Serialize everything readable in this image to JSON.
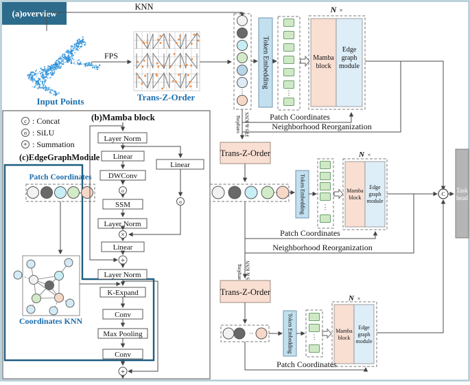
{
  "figure": {
    "overview_tag": "(a)overview"
  },
  "overview": {
    "knn": "KNN",
    "fps": "FPS",
    "input_points": "Input Points",
    "trans_z_order": "Trans-Z-Order",
    "token_embedding": "Token Embedding",
    "n": "N",
    "times": "×",
    "mamba_lines": [
      "Mamba",
      "block"
    ],
    "edge_lines": [
      "Edge",
      "graph",
      "module"
    ],
    "patch_coordinates": "Patch Coordinates",
    "neighborhood_reorganization": "Neighborhood Reorganization",
    "sampling_rot": [
      "FPS & KNN",
      "sampling"
    ],
    "task_head_lines": [
      "Task",
      "head"
    ]
  },
  "legend": {
    "items": [
      {
        "glyph": "c",
        "text": ": Concat"
      },
      {
        "glyph": "σ",
        "text": ": SiLU"
      },
      {
        "glyph": "+",
        "text": ": Summation"
      }
    ]
  },
  "mamba_block_panel": {
    "title": "(b)Mamba block",
    "flow": [
      "Layer Norm",
      "Linear",
      "DWConv",
      "SSM",
      "Layer Norm",
      "Linear",
      "Layer Norm",
      "K-Expand",
      "Conv",
      "Max Pooling",
      "Conv"
    ],
    "branch": "Linear",
    "ops": {
      "silu": "σ",
      "multiply": "×",
      "sum": "+",
      "concat": "C"
    }
  },
  "edge_graph_panel": {
    "title": "(c)EdgeGraphModule",
    "patch_coordinates": "Patch Coordinates",
    "coordinates_knn": "Coordinates KNN",
    "dash": "-"
  },
  "colors": {
    "figure_border": "#b0cbd5",
    "tag_bg": "#2d6b8c",
    "teal": "#1d5d80",
    "label_blue": "#1a6dad",
    "line": "#4a4a4a",
    "pink_fill": "#f9ded2",
    "pink_border": "#9c8a80",
    "blue_fill": "#c2e0ef",
    "blue_border": "#6f95ac",
    "edge_fill": "#ddeef8",
    "token_fill": "#cfe9c6",
    "token_border": "#6f9e6f",
    "task_gray": "#b5b5b5",
    "grid_line": "#c4c4c4",
    "zigzag": "#7a7a7a",
    "dot_orange": "#ec8b44",
    "plane_blue": "#2b90d9",
    "node_fills": {
      "white": "#f2f2f2",
      "dark": "#696969",
      "cyan": "#c8eef5",
      "green": "#d2eac8",
      "steel": "#b7d6e9",
      "light": "#dcebf5",
      "pink": "#f7d7c7",
      "lightblue": "#d4eaf7"
    },
    "stage1_circles": [
      "white",
      "dark",
      "cyan",
      "green",
      "steel",
      "light",
      "pink"
    ],
    "stage2_circles": [
      "white",
      "dark",
      "cyan",
      "green",
      "pink"
    ],
    "stage3_circles": [
      "white",
      "dark",
      "pink"
    ],
    "c_circles": [
      "white",
      "dark",
      "cyan",
      "green",
      "pink"
    ]
  }
}
